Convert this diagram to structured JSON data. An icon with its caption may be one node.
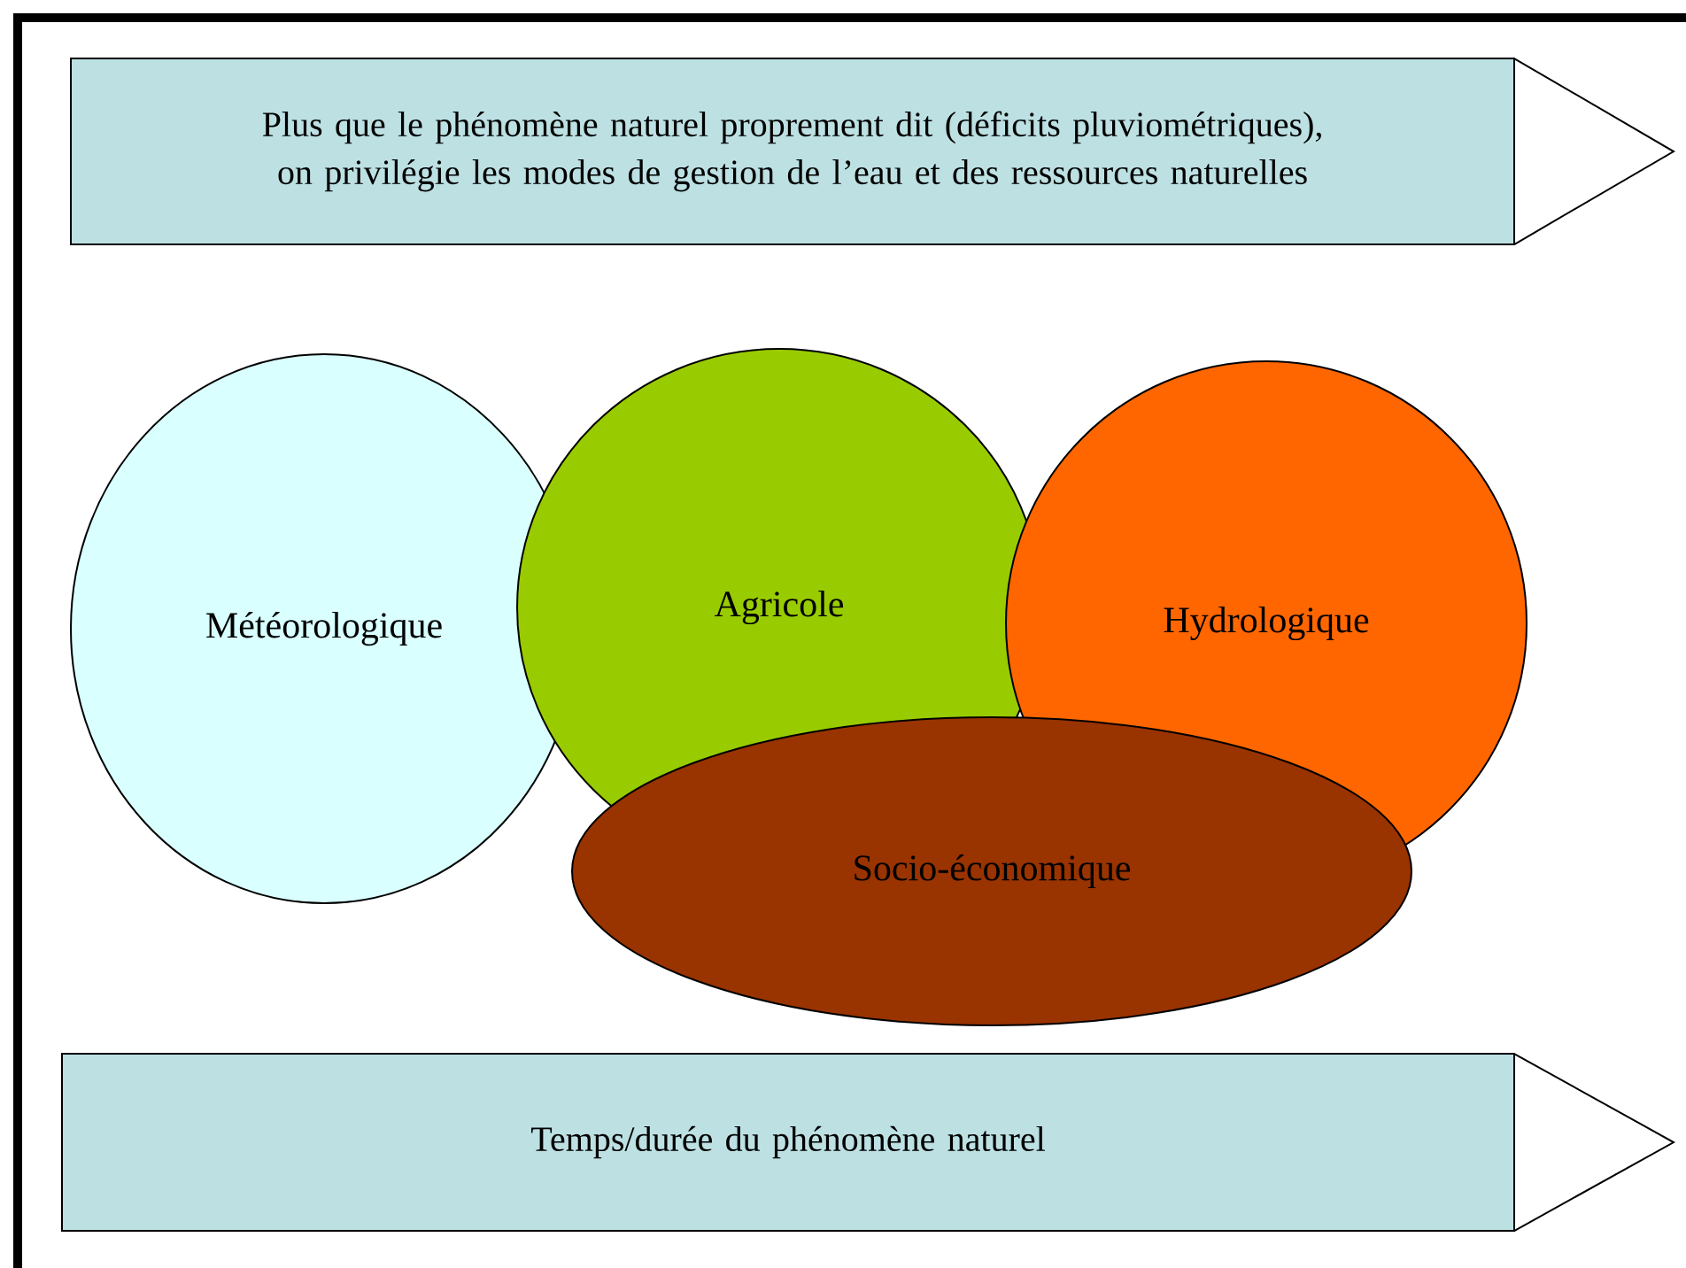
{
  "diagram": {
    "nodes": [
      {
        "text": [
          "Plus que le phénomène naturel proprement dit (déficits pluviométriques), on privilégie les modes de gestion de l’eau et des ressources naturelles"
        ]
      },
      {
        "text": [
          "Météorologique"
        ]
      },
      {
        "text": [
          "Agricole"
        ]
      },
      {
        "text": [
          "Hydrologique"
        ]
      },
      {
        "text": [
          "Socio-économique"
        ]
      },
      {
        "text": [
          "Temps/durée du phénomène naturel"
        ]
      }
    ]
  }
}
